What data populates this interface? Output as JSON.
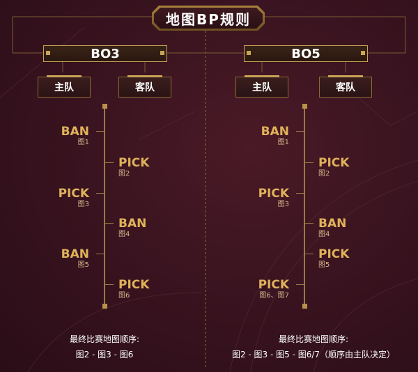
{
  "title": "地图BP规则",
  "columns": [
    {
      "format": "BO3",
      "teams": {
        "home": "主队",
        "away": "客队"
      },
      "steps": [
        {
          "action": "BAN",
          "map": "图1",
          "side": "home"
        },
        {
          "action": "PICK",
          "map": "图2",
          "side": "away"
        },
        {
          "action": "PICK",
          "map": "图3",
          "side": "home"
        },
        {
          "action": "BAN",
          "map": "图4",
          "side": "away"
        },
        {
          "action": "BAN",
          "map": "图5",
          "side": "home"
        },
        {
          "action": "PICK",
          "map": "图6",
          "side": "away"
        }
      ],
      "final_label": "最终比赛地图顺序:",
      "final_order": "图2 - 图3 - 图6"
    },
    {
      "format": "BO5",
      "teams": {
        "home": "主队",
        "away": "客队"
      },
      "steps": [
        {
          "action": "BAN",
          "map": "图1",
          "side": "home"
        },
        {
          "action": "PICK",
          "map": "图2",
          "side": "away"
        },
        {
          "action": "PICK",
          "map": "图3",
          "side": "home"
        },
        {
          "action": "BAN",
          "map": "图4",
          "side": "away"
        },
        {
          "action": "PICK",
          "map": "图5",
          "side": "away"
        },
        {
          "action": "PICK",
          "map": "图6、图7",
          "side": "home"
        }
      ],
      "final_label": "最终比赛地图顺序:",
      "final_order": "图2 - 图3 - 图5 - 图6/7（顺序由主队决定）"
    }
  ],
  "colors": {
    "gold": "#c9a455",
    "accent_text": "#e0b25a",
    "background": "#3a1420"
  }
}
